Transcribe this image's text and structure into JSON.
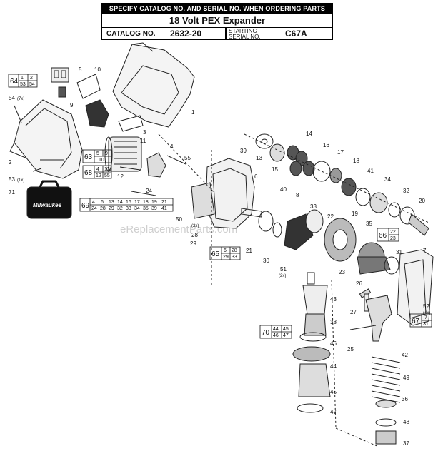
{
  "header": {
    "banner": "SPECIFY CATALOG NO. AND SERIAL NO. WHEN ORDERING PARTS",
    "title": "18 Volt PEX Expander",
    "catalog_label": "CATALOG NO.",
    "catalog_value": "2632-20",
    "serial_label_1": "STARTING",
    "serial_label_2": "SERIAL NO.",
    "serial_value": "C67A"
  },
  "watermark": "eReplacementParts.com",
  "brand": "Milwaukee",
  "callouts": [
    "1",
    "2",
    "3",
    "4",
    "5",
    "6",
    "7",
    "8",
    "9",
    "10",
    "11",
    "12",
    "13",
    "14",
    "15",
    "16",
    "17",
    "18",
    "19",
    "20",
    "21",
    "22",
    "23",
    "24",
    "25",
    "26",
    "27",
    "28",
    "29",
    "30",
    "31",
    "32",
    "33",
    "34",
    "35",
    "36",
    "37",
    "38",
    "39",
    "40",
    "41",
    "42",
    "43",
    "44",
    "45",
    "46",
    "47",
    "48",
    "49",
    "50",
    "51",
    "52",
    "53",
    "54",
    "55",
    "71"
  ],
  "qty_notes": {
    "q54": "(7x)",
    "q53": "(1x)",
    "q28": "(2x)",
    "q51": "(2x)",
    "q52": "(4x)"
  },
  "kits": {
    "k64": {
      "num": "64",
      "cells": [
        "1",
        "2",
        "53",
        "54"
      ]
    },
    "k63": {
      "num": "63",
      "cells": [
        "5",
        "9",
        "10"
      ]
    },
    "k68": {
      "num": "68",
      "cells": [
        "4",
        "11",
        "12",
        "55"
      ]
    },
    "k69": {
      "num": "69",
      "cells": [
        "4",
        "6",
        "13",
        "14",
        "16",
        "17",
        "18",
        "19",
        "21",
        "24",
        "28",
        "29",
        "32",
        "33",
        "34",
        "35",
        "39",
        "41"
      ]
    },
    "k65": {
      "num": "65",
      "cells": [
        "6",
        "28",
        "29",
        "33"
      ]
    },
    "k66": {
      "num": "66",
      "cells": [
        "22",
        "23"
      ]
    },
    "k70": {
      "num": "70",
      "cells": [
        "44",
        "45",
        "46",
        "47"
      ]
    },
    "k67": {
      "num": "67",
      "cells": [
        "7",
        "31"
      ]
    }
  }
}
